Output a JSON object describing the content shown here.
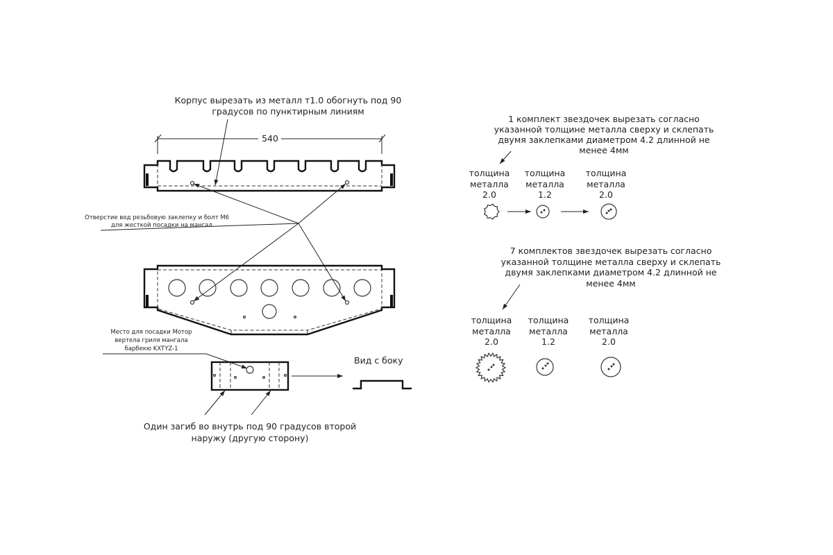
{
  "drawing": {
    "body_note": [
      "Корпус вырезать из металл т1.0 обогнуть под 90",
      "градусов по пунктирным линиям"
    ],
    "dimension": "540",
    "hole_note": [
      "Отверстие вод резьбовую заклепку и болт М6",
      "для жесткой посадки на мангал"
    ],
    "motor_note": [
      "Место для посадки Мотор",
      "вертела гриля мангала",
      "барбекю KXTYZ-1"
    ],
    "side_view": "Вид с боку",
    "bend_note": [
      "Один загиб во внутрь под 90 градусов второй",
      "наружу (другую сторону)"
    ]
  },
  "sets": [
    {
      "note": [
        "1 комплект звездочек вырезать согласно",
        "указанной толщине металла сверху и склепать",
        "двумя заклепками диаметром 4.2 длинной не",
        "менее 4мм"
      ],
      "parts": [
        {
          "label": "толщина",
          "label2": "металла",
          "value": "2.0"
        },
        {
          "label": "толщина",
          "label2": "металла",
          "value": "1.2"
        },
        {
          "label": "толщина",
          "label2": "металла",
          "value": "2.0"
        }
      ]
    },
    {
      "note": [
        "7 комплектов звездочек вырезать согласно",
        "указанной толщине металла сверху и склепать",
        "двумя заклепками диаметром 4.2 длинной не",
        "менее 4мм"
      ],
      "parts": [
        {
          "label": "толщина",
          "label2": "металла",
          "value": "2.0"
        },
        {
          "label": "толщина",
          "label2": "металла",
          "value": "1.2"
        },
        {
          "label": "толщина",
          "label2": "металла",
          "value": "2.0"
        }
      ]
    }
  ]
}
